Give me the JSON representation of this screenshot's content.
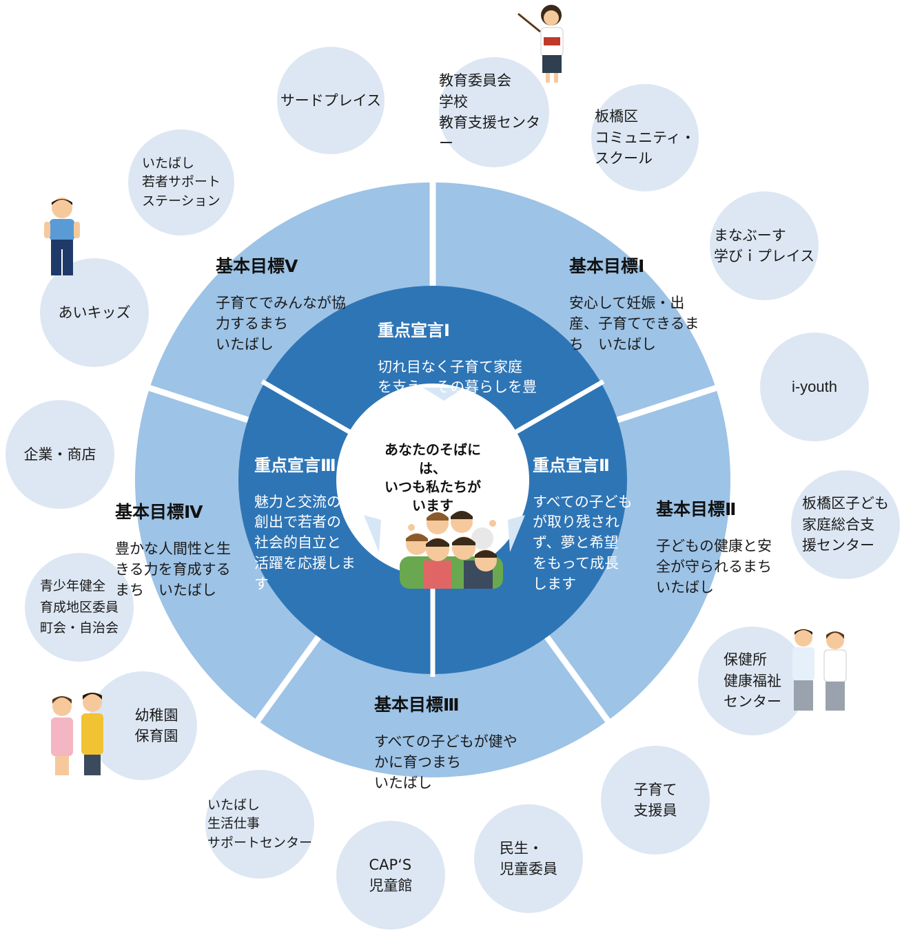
{
  "center": {
    "message": "あなたのそばには、\nいつも私たちが\nいます"
  },
  "declarations": [
    {
      "title": "重点宣言Ⅰ",
      "body": "切れ目なく子育て家庭\nを支え、その暮らしを豊\nかにします"
    },
    {
      "title": "重点宣言Ⅱ",
      "body": "すべての子ども\nが取り残され\nず、夢と希望\nをもって成長\nします"
    },
    {
      "title": "重点宣言Ⅲ",
      "body": "魅力と交流の\n創出で若者の\n社会的自立と\n活躍を応援しま\nす"
    }
  ],
  "goals": [
    {
      "title": "基本目標Ⅰ",
      "body": "安心して妊娠・出\n産、子育てできるま\nち　いたばし"
    },
    {
      "title": "基本目標Ⅱ",
      "body": "子どもの健康と安\n全が守られるまち\nいたばし"
    },
    {
      "title": "基本目標Ⅲ",
      "body": "すべての子どもが健や\nかに育つまち\nいたばし"
    },
    {
      "title": "基本目標Ⅳ",
      "body": "豊かな人間性と生\nきる力を育成する\nまち　いたばし"
    },
    {
      "title": "基本目標Ⅴ",
      "body": "子育てでみんなが協\n力するまち\nいたばし"
    }
  ],
  "partners": [
    "サードプレイス",
    "教育委員会\n学校\n教育支援センター",
    "板橋区\nコミュニティ・\nスクール",
    "まなぶーす\n学びｉプレイス",
    "i-youth",
    "板橋区子ども\n家庭総合支\n援センター",
    "保健所\n健康福祉\nセンター",
    "子育て\n支援員",
    "民生・\n児童委員",
    "CAP‘S\n児童館",
    "いたばし\n生活仕事\nサポートセンター",
    "幼稚園\n保育園",
    "青少年健全\n育成地区委員\n町会・自治会",
    "企業・商店",
    "あいキッズ",
    "いたばし\n若者サポート\nステーション"
  ],
  "colors": {
    "outer_ring": "#9dc3e6",
    "inner_ring": "#2e75b6",
    "center": "#ffffff",
    "bubble": "#dde7f3",
    "separator": "#ffffff"
  },
  "icons": [
    "teacher-illustration",
    "staff-man-illustration",
    "health-staff-illustration",
    "nursery-staff-illustration",
    "crowd-illustration"
  ]
}
